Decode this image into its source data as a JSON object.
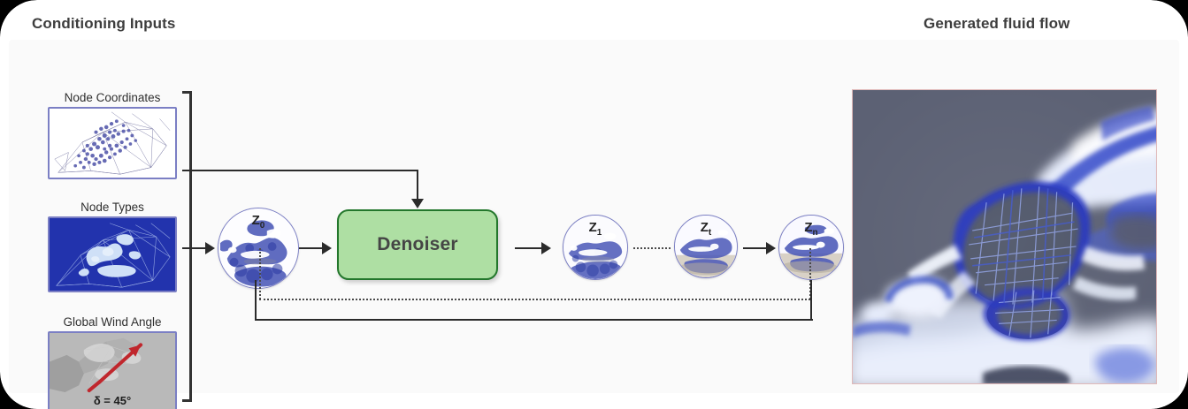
{
  "headings": {
    "left": "Conditioning Inputs",
    "right": "Generated fluid flow"
  },
  "conditioning_inputs": [
    {
      "label": "Node Coordinates",
      "art": "node-coordinates-graph"
    },
    {
      "label": "Node Types",
      "art": "node-types-map"
    },
    {
      "label": "Global Wind Angle",
      "art": "wind-arrow-map",
      "caption": "δ = 45°"
    }
  ],
  "pipeline": {
    "denoiser_label": "Denoiser",
    "latents": [
      {
        "id": "z0",
        "label": "Z",
        "sub": "0"
      },
      {
        "id": "z1",
        "label": "Z",
        "sub": "1"
      },
      {
        "id": "zt",
        "label": "Z",
        "sub": "t"
      },
      {
        "id": "zn",
        "label": "Z",
        "sub": "n"
      }
    ]
  },
  "output": {
    "alt": "generated-fluid-flow-field"
  },
  "colors": {
    "denoiser_fill": "#aedfa3",
    "denoiser_border": "#23772c",
    "node_border": "#7b7fc4",
    "node_types_bg": "#2233ad",
    "wind_arrow": "#c0272d",
    "output_bg": "#5c6174",
    "flow_blue": "#2e45c8",
    "frame": "#000000",
    "text": "#3d3d3d"
  }
}
